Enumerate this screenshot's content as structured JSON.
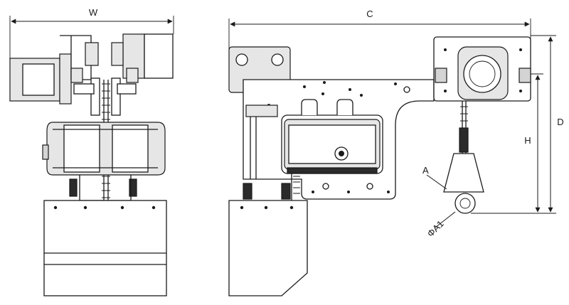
{
  "dimensions": {
    "width_label": "W",
    "length_label": "C",
    "height_label": "H",
    "overall_height_label": "D",
    "hook_label": "A",
    "hook_diameter_label": "ΦA1"
  }
}
